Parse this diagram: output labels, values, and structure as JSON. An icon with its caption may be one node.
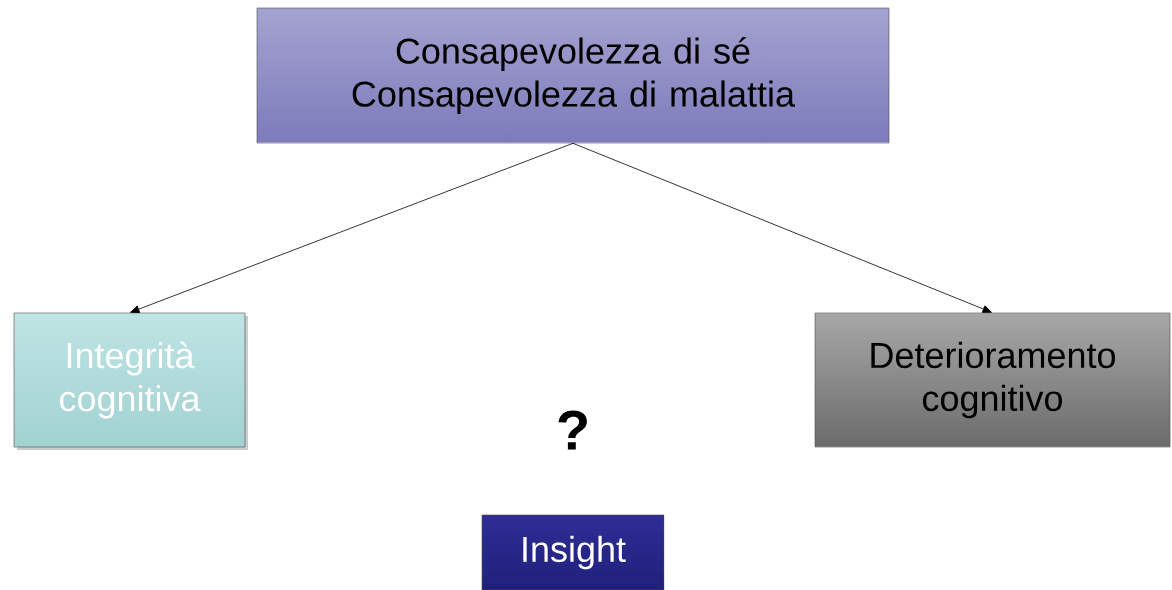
{
  "diagram": {
    "nodes": [
      {
        "text": [
          "Consapevolezza di sé Consapevolezza di malattia"
        ]
      },
      {
        "text": [
          "Integrità cognitiva"
        ]
      },
      {
        "text": [
          "Deterioramento cognitivo"
        ]
      },
      {
        "text": [
          "Insight"
        ]
      }
    ],
    "edges": [
      {
        "from": 0,
        "to": 1,
        "arrow": "to"
      },
      {
        "from": 0,
        "to": 2,
        "arrow": "to"
      }
    ],
    "labels": [
      "?"
    ]
  }
}
